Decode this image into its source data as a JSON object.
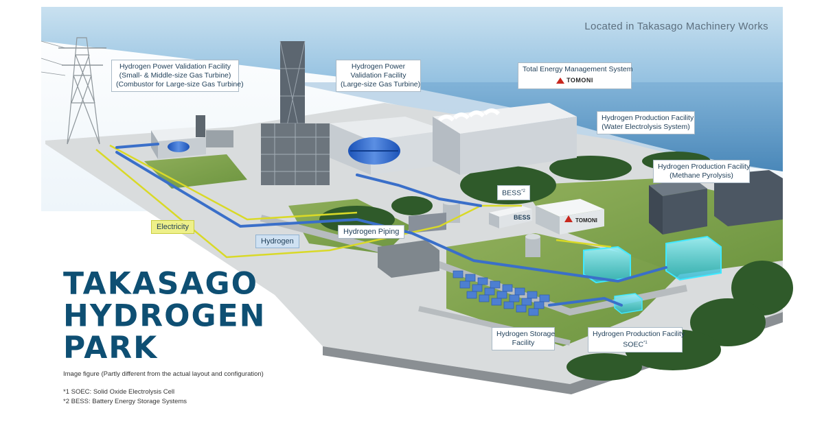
{
  "location_note": "Located in Takasago Machinery Works",
  "title_lines": [
    "TAKASAGO",
    "HYDROGEN",
    "PARK"
  ],
  "caption": "Image figure (Partly different from the actual layout and configuration)",
  "footnotes": [
    "*1  SOEC: Solid Oxide Electrolysis Cell",
    "*2  BESS: Battery Energy Storage Systems"
  ],
  "callouts": {
    "small_mid_facility": [
      "Hydrogen Power Validation Facility",
      "(Small- & Middle-size Gas Turbine)",
      "(Combustor for Large-size Gas Turbine)"
    ],
    "large_facility": [
      "Hydrogen Power",
      "Validation Facility",
      "(Large-size Gas Turbine)"
    ],
    "ems": "Total Energy Management System",
    "ems_logo": "TOMONI",
    "water_electrolysis": [
      "Hydrogen Production Facility",
      "(Water Electrolysis System)"
    ],
    "methane_pyrolysis": [
      "Hydrogen Production Facility",
      "(Methane Pyrolysis)"
    ],
    "bess_label": "BESS",
    "bess_sup": "*2",
    "storage": [
      "Hydrogen Storage",
      "Facility"
    ],
    "soec_line1": "Hydrogen Production Facility",
    "soec_line2": "SOEC",
    "soec_sup": "*1"
  },
  "tags": {
    "electricity": "Electricity",
    "hydrogen": "Hydrogen",
    "hydrogen_piping": "Hydrogen Piping"
  },
  "building_labels": {
    "bess": "BESS",
    "tomoni": "TOMONI"
  },
  "colors": {
    "sea": "#7fb3d6",
    "grass": "#7fa14a",
    "hydrogen_pipe": "#3a6fc9",
    "electricity_line": "#d9d927",
    "title": "#0e4f73",
    "logo_red": "#c8281e",
    "glow": "#36d8e8"
  }
}
